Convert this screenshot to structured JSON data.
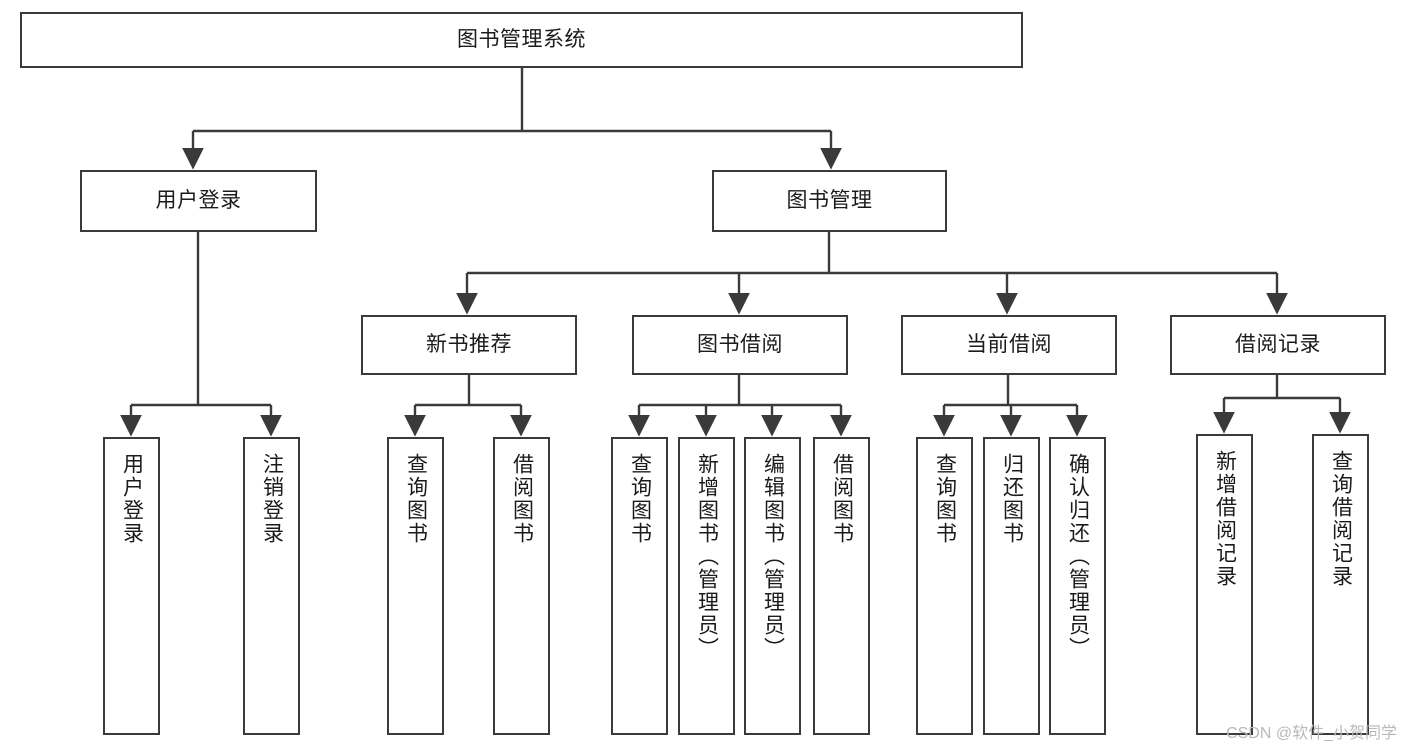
{
  "diagram": {
    "type": "tree-hierarchy-diagram",
    "title": "图书管理系统",
    "orientation": "top-down",
    "colors": {
      "box_border": "#3a3a3a",
      "box_fill": "#ffffff",
      "edge": "#3a3a3a",
      "text": "#1b1b1b",
      "watermark": "#b9b9b9",
      "background": "#ffffff"
    },
    "nodes": {
      "root": {
        "label": "图书管理系统",
        "level": 0,
        "text_direction": "horizontal"
      },
      "level1": [
        {
          "id": "user-login",
          "label": "用户登录",
          "text_direction": "horizontal"
        },
        {
          "id": "book-manage",
          "label": "图书管理",
          "text_direction": "horizontal"
        }
      ],
      "level2": [
        {
          "id": "new-book-recommend",
          "label": "新书推荐",
          "parent": "book-manage",
          "text_direction": "horizontal"
        },
        {
          "id": "book-borrow",
          "label": "图书借阅",
          "parent": "book-manage",
          "text_direction": "horizontal"
        },
        {
          "id": "current-borrow",
          "label": "当前借阅",
          "parent": "book-manage",
          "text_direction": "horizontal"
        },
        {
          "id": "borrow-record",
          "label": "借阅记录",
          "parent": "book-manage",
          "text_direction": "horizontal"
        }
      ],
      "leaves": [
        {
          "id": "leaf-user-login",
          "label": "用户登录",
          "parent": "user-login",
          "text_direction": "vertical"
        },
        {
          "id": "leaf-logout",
          "label": "注销登录",
          "parent": "user-login",
          "text_direction": "vertical"
        },
        {
          "id": "leaf-query-book-1",
          "label": "查询图书",
          "parent": "new-book-recommend",
          "text_direction": "vertical"
        },
        {
          "id": "leaf-borrow-book-1",
          "label": "借阅图书",
          "parent": "new-book-recommend",
          "text_direction": "vertical"
        },
        {
          "id": "leaf-query-book-2",
          "label": "查询图书",
          "parent": "book-borrow",
          "text_direction": "vertical"
        },
        {
          "id": "leaf-add-book",
          "label": "新增图书（管理员）",
          "parent": "book-borrow",
          "text_direction": "vertical"
        },
        {
          "id": "leaf-edit-book",
          "label": "编辑图书（管理员）",
          "parent": "book-borrow",
          "text_direction": "vertical"
        },
        {
          "id": "leaf-borrow-book-2",
          "label": "借阅图书",
          "parent": "book-borrow",
          "text_direction": "vertical"
        },
        {
          "id": "leaf-query-book-3",
          "label": "查询图书",
          "parent": "current-borrow",
          "text_direction": "vertical"
        },
        {
          "id": "leaf-return-book",
          "label": "归还图书",
          "parent": "current-borrow",
          "text_direction": "vertical"
        },
        {
          "id": "leaf-confirm-return",
          "label": "确认归还（管理员）",
          "parent": "current-borrow",
          "text_direction": "vertical"
        },
        {
          "id": "leaf-add-record",
          "label": "新增借阅记录",
          "parent": "borrow-record",
          "text_direction": "vertical"
        },
        {
          "id": "leaf-query-record",
          "label": "查询借阅记录",
          "parent": "borrow-record",
          "text_direction": "vertical"
        }
      ]
    }
  },
  "watermark": {
    "text": "CSDN @软件_小贺同学"
  }
}
